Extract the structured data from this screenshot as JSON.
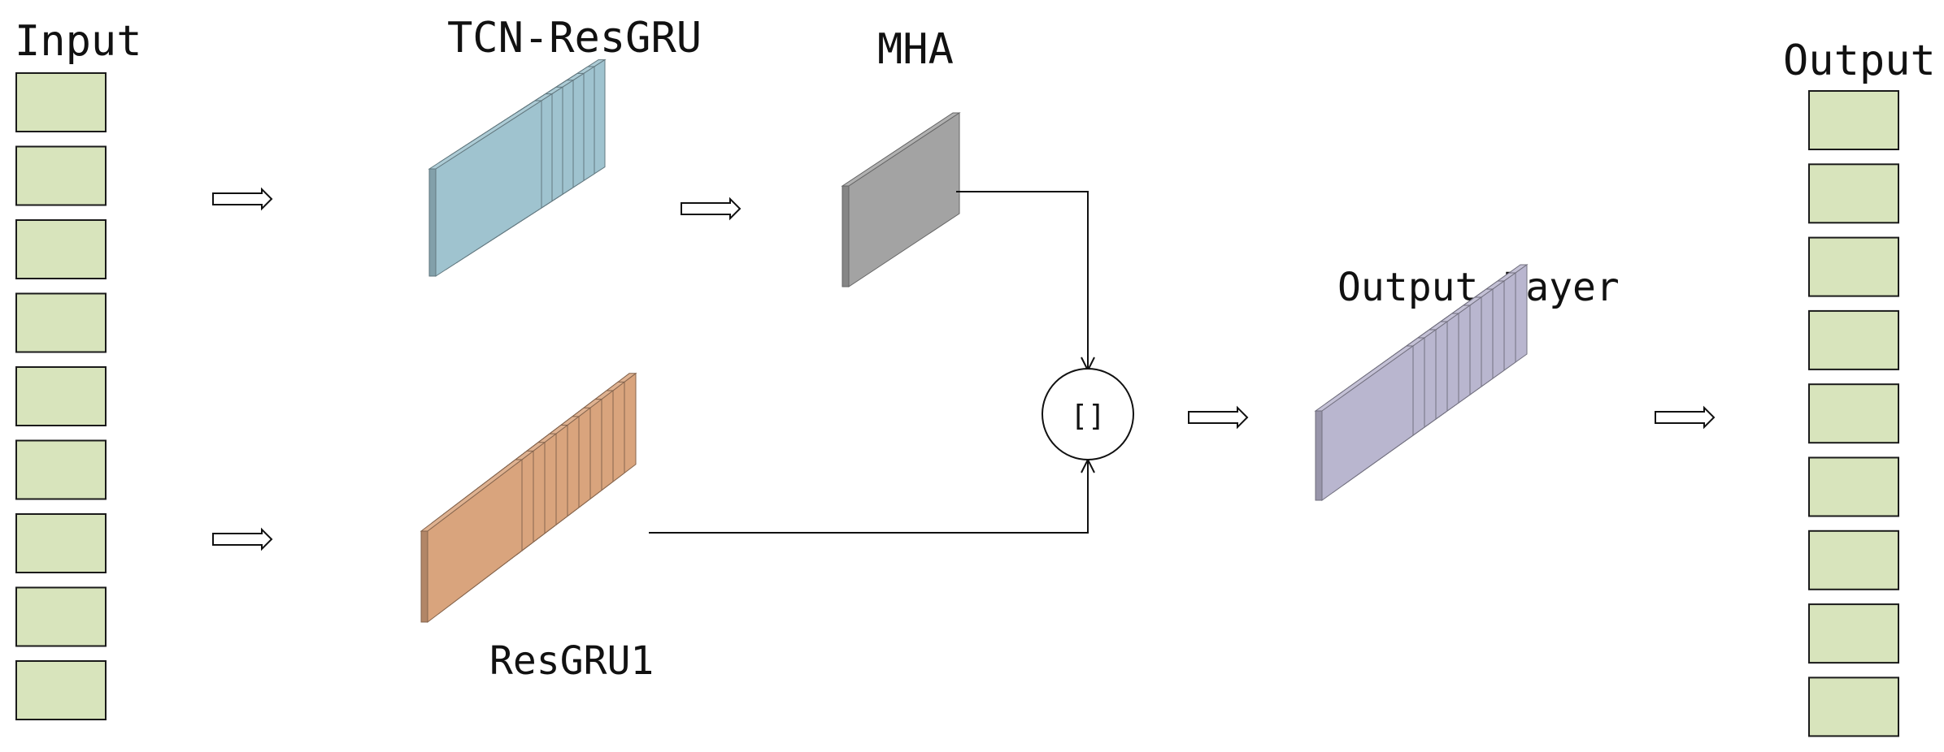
{
  "labels": {
    "input": "Input",
    "output": "Output",
    "tcn_resgru": "TCN-ResGRU",
    "mha": "MHA",
    "resgru1": "ResGRU1",
    "output_layer": "Output Layer",
    "concat_symbol": "[]"
  },
  "sequence": {
    "input_count": 9,
    "output_count": 9
  },
  "blocks": {
    "tcn_resgru": {
      "slices": 7
    },
    "mha": {
      "slices": 1
    },
    "resgru1": {
      "slices": 11
    },
    "output_layer": {
      "slices": 11
    }
  },
  "colors": {
    "token_fill": "#d8e4bc",
    "tcn_resgru": "#9fc3cf",
    "mha": "#a3a3a3",
    "resgru1": "#d9a47d",
    "output_layer": "#b9b6cf"
  }
}
